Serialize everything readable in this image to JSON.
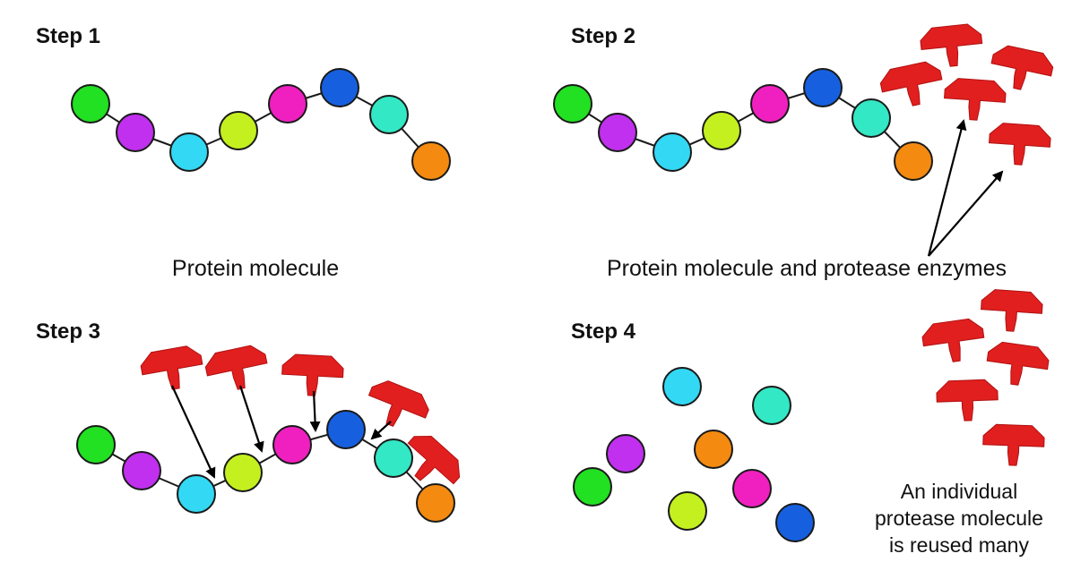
{
  "panels": {
    "step1": {
      "label": "Step 1",
      "caption": "Protein molecule"
    },
    "step2": {
      "label": "Step 2",
      "caption": "Protein molecule and protease enzymes"
    },
    "step3": {
      "label": "Step 3"
    },
    "step4": {
      "label": "Step 4",
      "note_lines": [
        "An individual",
        "protease molecule",
        "is reused many"
      ]
    }
  },
  "colors": {
    "green": "#22e022",
    "purple": "#c030ee",
    "cyan": "#33d8f4",
    "lime": "#c4f020",
    "magenta": "#f020c0",
    "blue": "#1660e0",
    "teal": "#33e8c4",
    "orange": "#f48a10",
    "enzyme": "#e11f1f"
  },
  "chain_order": [
    "green",
    "purple",
    "cyan",
    "lime",
    "magenta",
    "blue",
    "teal",
    "orange"
  ]
}
